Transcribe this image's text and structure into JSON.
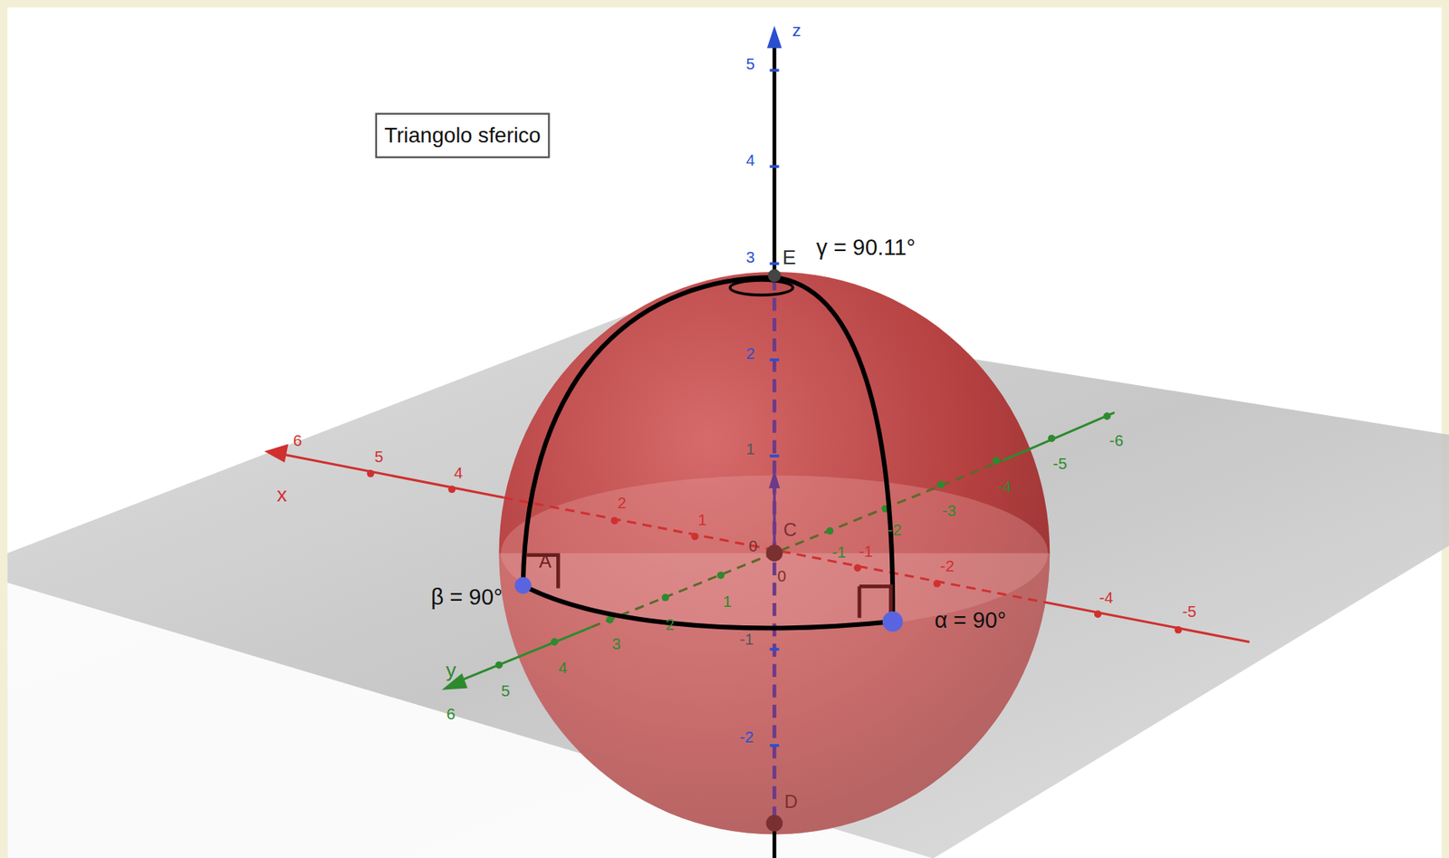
{
  "diagram": {
    "nodes": [
      {
        "text": [
          "Triangolo sferico"
        ]
      }
    ],
    "labels": [
      "z",
      "5",
      "4",
      "3",
      "2",
      "1",
      "0",
      "-1",
      "-2",
      "x",
      "6",
      "5",
      "4",
      "2",
      "1",
      "-1",
      "-2",
      "-4",
      "-5",
      "y",
      "6",
      "5",
      "4",
      "3",
      "2",
      "1",
      "-1",
      "-2",
      "-3",
      "-4",
      "-5",
      "-6",
      "E",
      "γ = 90.11°",
      "β = 90°",
      "α = 90°",
      "A",
      "C",
      "D",
      "0"
    ]
  }
}
